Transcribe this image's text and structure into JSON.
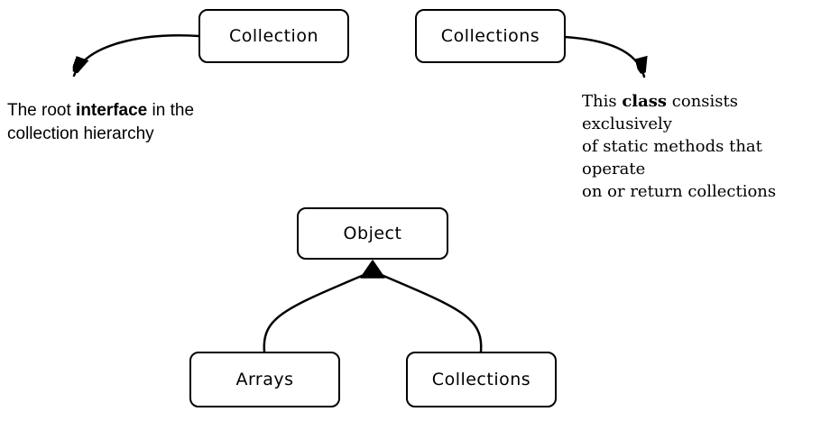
{
  "diagram": {
    "background_color": "#ffffff",
    "stroke_color": "#000000",
    "nodes": {
      "collection": {
        "label": "Collection"
      },
      "collections_top": {
        "label": "Collections"
      },
      "object": {
        "label": "Object"
      },
      "arrays": {
        "label": "Arrays"
      },
      "collections_bottom": {
        "label": "Collections"
      }
    },
    "annotations": {
      "left": {
        "line1_pre": "The root ",
        "line1_bold": "interface",
        "line1_post": " in the",
        "line2": "collection hierarchy"
      },
      "right": {
        "line1_pre": "This ",
        "line1_bold": "class",
        "line1_post": " consists exclusively",
        "line2": "of static methods that operate",
        "line3": "on or return collections"
      }
    },
    "edges": [
      {
        "from": "collection",
        "to": "left-annotation",
        "style": "curved-arrow"
      },
      {
        "from": "collections_top",
        "to": "right-annotation",
        "style": "curved-arrow"
      },
      {
        "from": "arrays",
        "to": "object",
        "style": "curved-arrow"
      },
      {
        "from": "collections_bottom",
        "to": "object",
        "style": "curved-arrow"
      }
    ]
  }
}
